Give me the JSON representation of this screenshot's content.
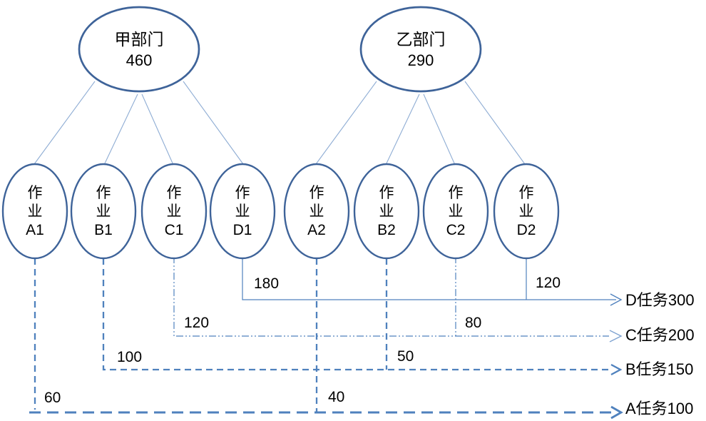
{
  "colors": {
    "node_stroke": "#3E6399",
    "connector": "#8FADD4",
    "flow_main": "#4F81BD",
    "flow_light": "#7FA3D1",
    "text": "#000000",
    "background": "#FFFFFF"
  },
  "departments": [
    {
      "name": "甲部门",
      "value": "460"
    },
    {
      "name": "乙部门",
      "value": "290"
    }
  ],
  "activities": [
    {
      "word_line1": "作",
      "word_line2": "业",
      "code": "A1"
    },
    {
      "word_line1": "作",
      "word_line2": "业",
      "code": "B1"
    },
    {
      "word_line1": "作",
      "word_line2": "业",
      "code": "C1"
    },
    {
      "word_line1": "作",
      "word_line2": "业",
      "code": "D1"
    },
    {
      "word_line1": "作",
      "word_line2": "业",
      "code": "A2"
    },
    {
      "word_line1": "作",
      "word_line2": "业",
      "code": "B2"
    },
    {
      "word_line1": "作",
      "word_line2": "业",
      "code": "C2"
    },
    {
      "word_line1": "作",
      "word_line2": "业",
      "code": "D2"
    }
  ],
  "allocations": [
    {
      "activity": "A1",
      "task": "A",
      "value": "60"
    },
    {
      "activity": "B1",
      "task": "B",
      "value": "100"
    },
    {
      "activity": "C1",
      "task": "C",
      "value": "120"
    },
    {
      "activity": "D1",
      "task": "D",
      "value": "180"
    },
    {
      "activity": "A2",
      "task": "A",
      "value": "40"
    },
    {
      "activity": "B2",
      "task": "B",
      "value": "50"
    },
    {
      "activity": "C2",
      "task": "C",
      "value": "80"
    },
    {
      "activity": "D2",
      "task": "D",
      "value": "120"
    }
  ],
  "tasks": [
    {
      "code": "D",
      "label": "D任务300"
    },
    {
      "code": "C",
      "label": "C任务200"
    },
    {
      "code": "B",
      "label": "B任务150"
    },
    {
      "code": "A",
      "label": "A任务100"
    }
  ]
}
